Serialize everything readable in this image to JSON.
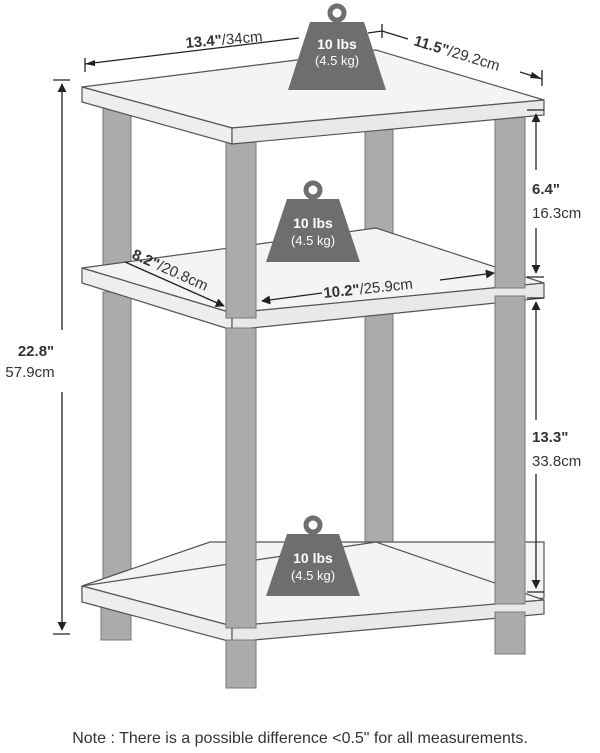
{
  "dimensions": {
    "top_width": {
      "inch": "13.4\"",
      "cm": "/34cm"
    },
    "top_depth": {
      "inch": "11.5\"",
      "cm": "/29.2cm"
    },
    "upper_height": {
      "inch": "6.4\"",
      "cm": "16.3cm"
    },
    "total_height": {
      "inch": "22.8\"",
      "cm": "57.9cm"
    },
    "inner_depth": {
      "inch": "8.2\"",
      "cm": "/20.8cm"
    },
    "inner_width": {
      "inch": "10.2\"",
      "cm": "/25.9cm"
    },
    "lower_height": {
      "inch": "13.3\"",
      "cm": "33.8cm"
    }
  },
  "weights": [
    {
      "lbs": "10 lbs",
      "kg": "(4.5 kg)"
    },
    {
      "lbs": "10 lbs",
      "kg": "(4.5 kg)"
    },
    {
      "lbs": "10 lbs",
      "kg": "(4.5 kg)"
    }
  ],
  "note": "Note : There is a possible difference <0.5\" for all measurements.",
  "colors": {
    "shelf": "#f4f4f4",
    "post": "#ababab",
    "weight": "#6e6e6e",
    "line": "#222222"
  }
}
